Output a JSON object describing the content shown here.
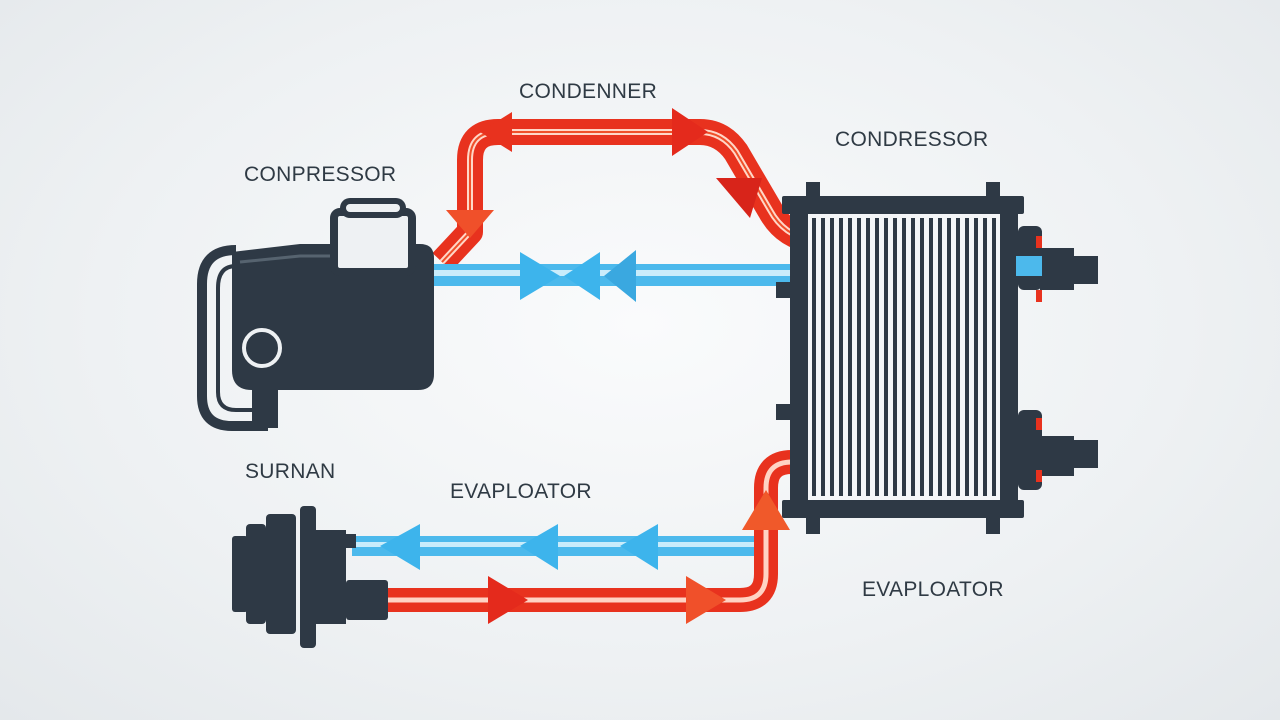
{
  "labels": {
    "condenser_top": "CONDENNER",
    "condressor": "CONDRESSOR",
    "conpressor": "CONPRESSOR",
    "surnan": "SURNAN",
    "evaporator_middle": "EVAPLOATOR",
    "evaporator_right": "EVAPLOATOR"
  },
  "colors": {
    "hot_line": "#e8321e",
    "hot_line_light": "#f25a2c",
    "cold_line": "#3db4ec",
    "cold_line_light": "#8fd6f6",
    "component": "#2e3945",
    "background": "#eef1f3"
  },
  "icons": {
    "compressor": "compressor-icon",
    "condenser": "condenser-radiator-icon",
    "evaporator": "evaporator-icon"
  }
}
